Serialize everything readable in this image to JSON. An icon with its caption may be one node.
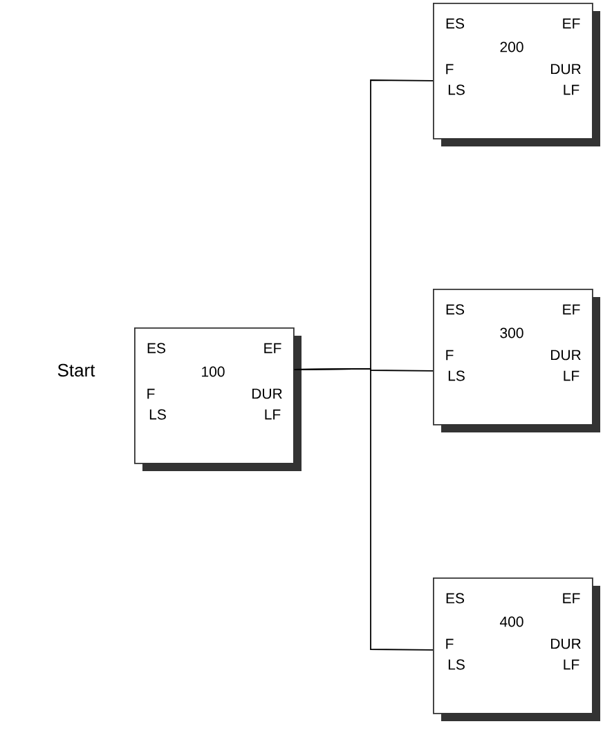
{
  "diagram": {
    "nodes": [
      {
        "text": [
          "ES",
          "EF",
          "100",
          "F",
          "DUR",
          "LS",
          "LF"
        ]
      },
      {
        "text": [
          "ES",
          "EF",
          "200",
          "F",
          "DUR",
          "LS",
          "LF"
        ]
      },
      {
        "text": [
          "ES",
          "EF",
          "300",
          "F",
          "DUR",
          "LS",
          "LF"
        ]
      },
      {
        "text": [
          "ES",
          "EF",
          "400",
          "F",
          "DUR",
          "LS",
          "LF"
        ]
      }
    ],
    "edges": [
      {
        "from": 0,
        "to": 1,
        "arrow": "none"
      },
      {
        "from": 0,
        "to": 2,
        "arrow": "none"
      },
      {
        "from": 0,
        "to": 3,
        "arrow": "none"
      }
    ],
    "labels": [
      "Start"
    ]
  }
}
